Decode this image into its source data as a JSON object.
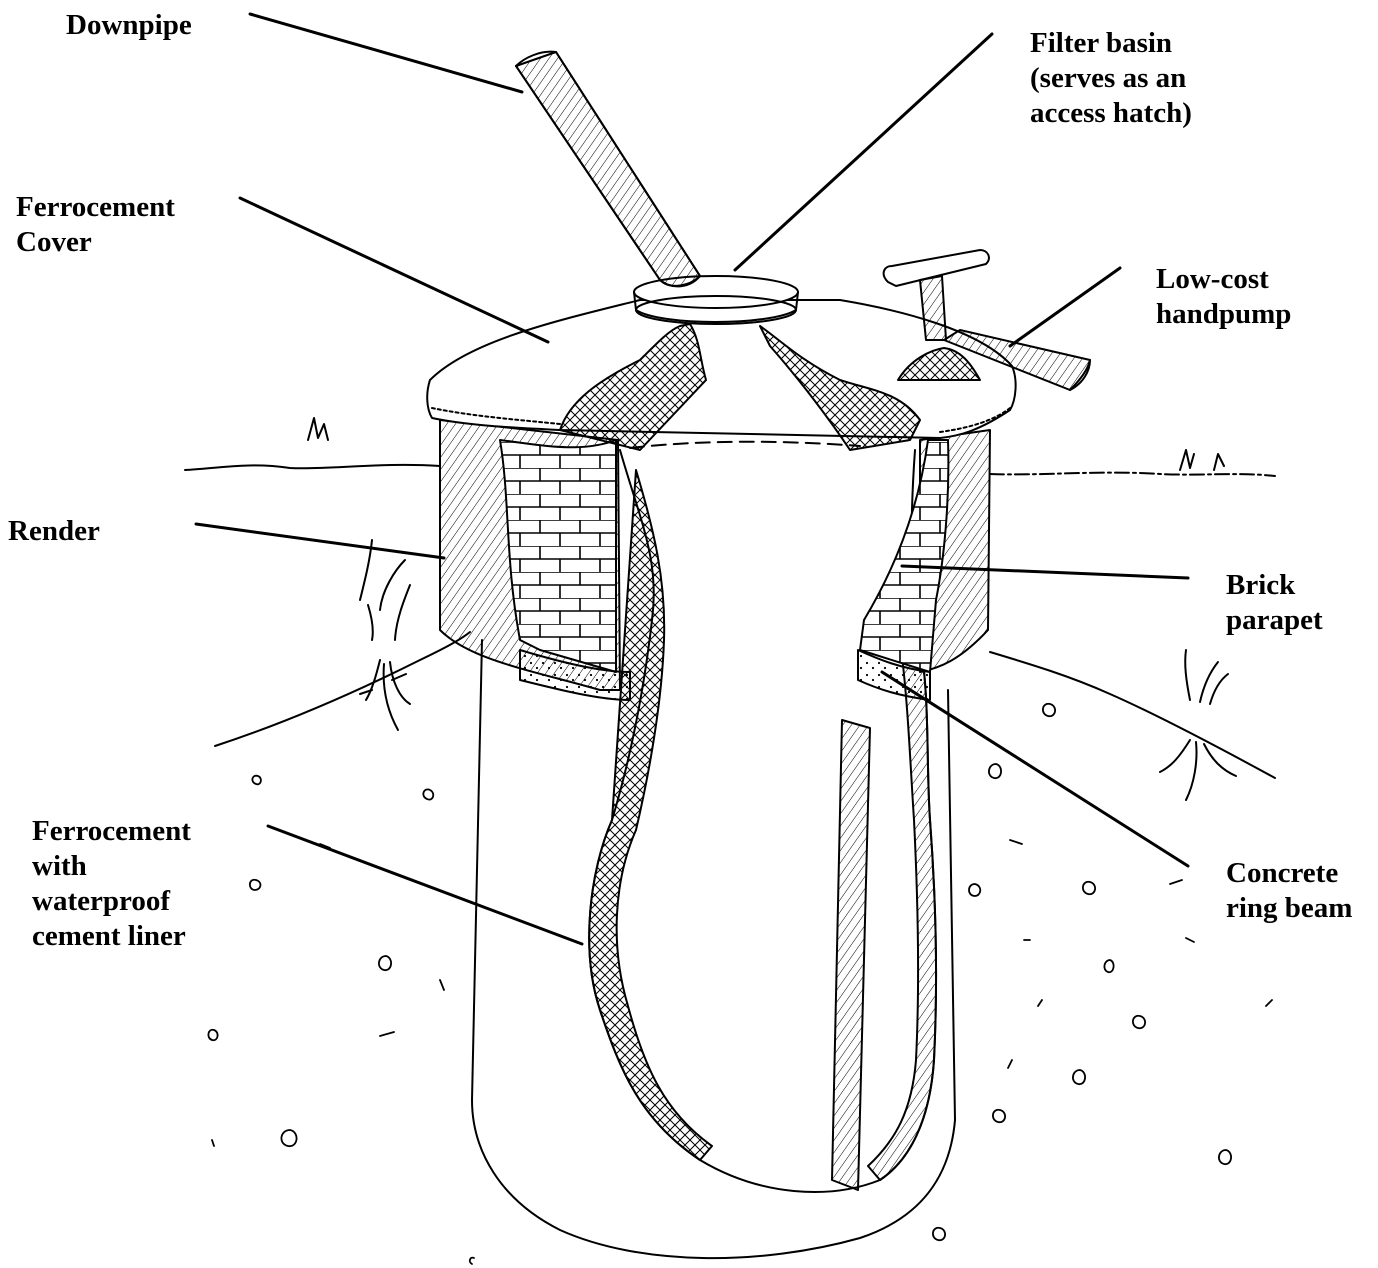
{
  "labels": {
    "downpipe": [
      "Downpipe"
    ],
    "filter_basin": [
      "Filter basin",
      "(serves as an",
      "access hatch)"
    ],
    "ferrocement_cover": [
      "Ferrocement",
      "Cover"
    ],
    "low_cost_handpump": [
      "Low-cost",
      "handpump"
    ],
    "render": [
      "Render"
    ],
    "brick_parapet": [
      "Brick",
      "parapet"
    ],
    "ferrocement_liner": [
      "Ferrocement",
      "with",
      "waterproof",
      "cement liner"
    ],
    "concrete_ring_beam": [
      "Concrete",
      "ring beam"
    ]
  },
  "colors": {
    "ink": "#000000",
    "paper": "#ffffff"
  }
}
